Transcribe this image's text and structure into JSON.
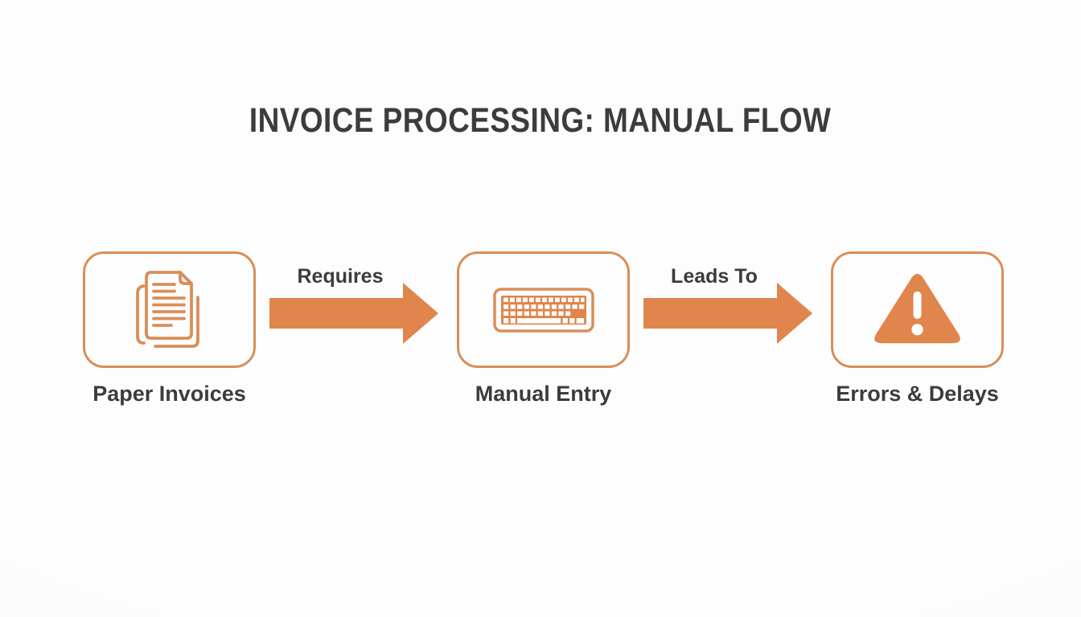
{
  "title": "INVOICE PROCESSING: MANUAL FLOW",
  "colors": {
    "background": "#FCFCFD",
    "accent_border": "#D98E57",
    "accent_fill": "#E0854C",
    "text_dark": "#3C3C3E"
  },
  "flow": {
    "nodes": [
      {
        "label": "Paper Invoices",
        "icon": "paper-documents-icon"
      },
      {
        "label": "Manual Entry",
        "icon": "keyboard-icon"
      },
      {
        "label": "Errors & Delays",
        "icon": "warning-triangle-icon"
      }
    ],
    "connectors": [
      {
        "label": "Requires"
      },
      {
        "label": "Leads To"
      }
    ]
  }
}
